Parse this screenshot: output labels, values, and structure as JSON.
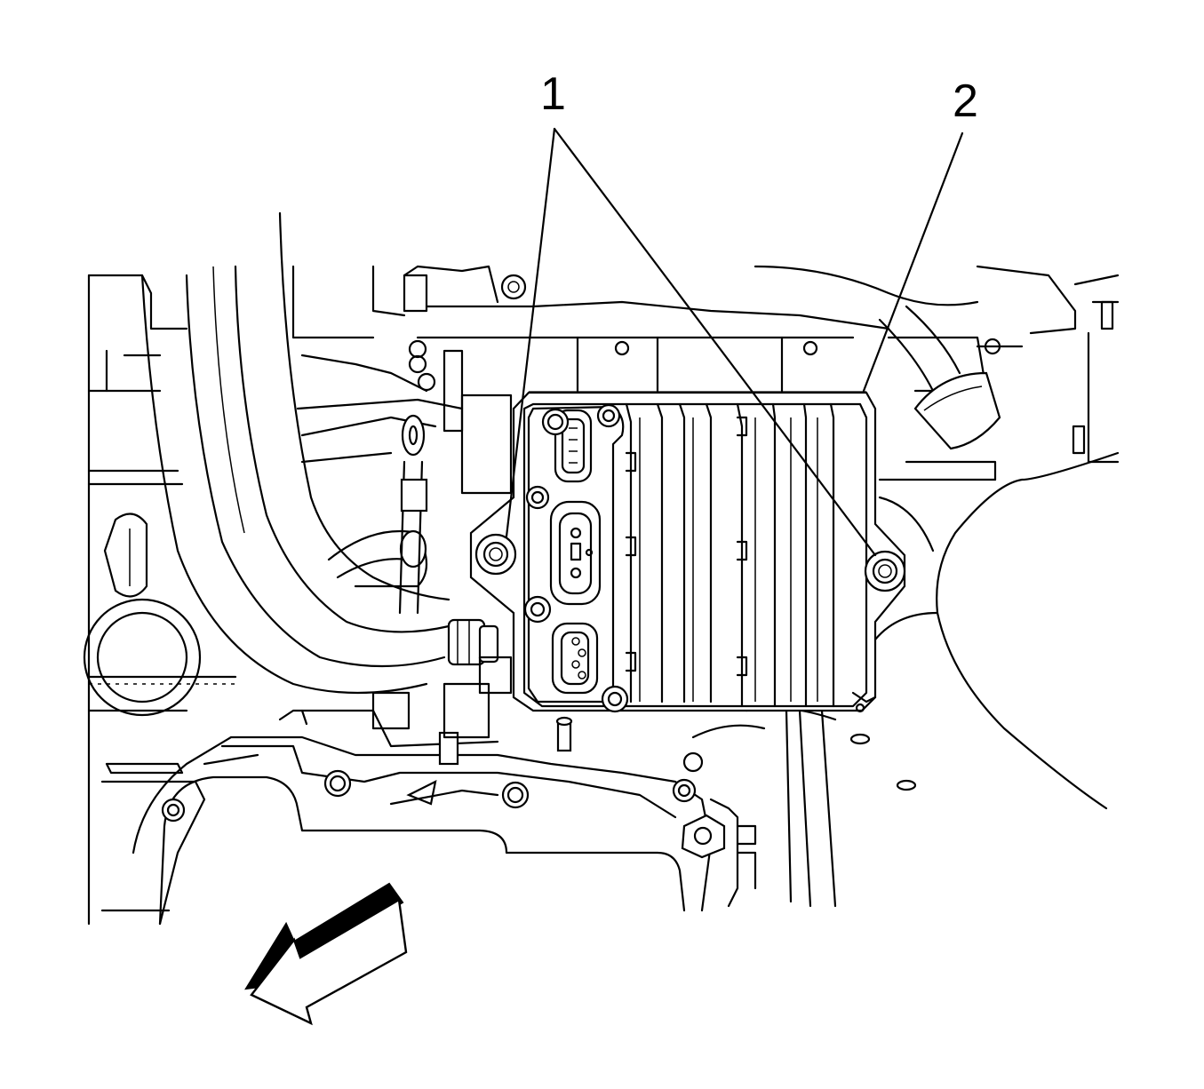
{
  "callouts": [
    {
      "id": "1",
      "label": "1",
      "target": "module-mounting-bolts"
    },
    {
      "id": "2",
      "label": "2",
      "target": "control-module"
    }
  ],
  "direction_arrow": {
    "icon": "forward-direction-arrow-icon"
  },
  "colors": {
    "line": "#000000",
    "background": "#ffffff"
  }
}
